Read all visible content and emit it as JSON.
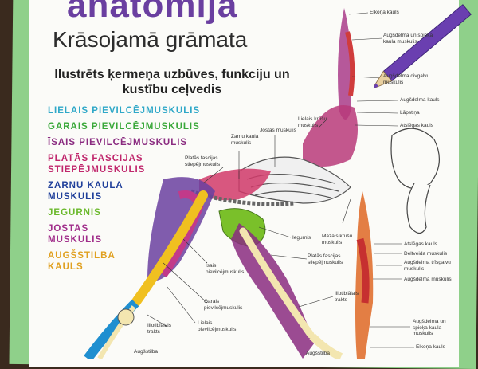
{
  "book": {
    "title": "anatomija",
    "subtitle": "Krāsojamā grāmata",
    "tagline": "Ilustrēts ķermeņa uzbūves, funkciju un kustību ceļvedis"
  },
  "legend": [
    {
      "text": "LIELAIS PIEVILCĒJMUSKULIS",
      "color": "#2fa8c8"
    },
    {
      "text": "GARAIS PIEVILCĒJMUSKULIS",
      "color": "#3aa83a"
    },
    {
      "text": "ĪSAIS PIEVILCĒJMUSKULIS",
      "color": "#8a2b80"
    },
    {
      "text": "PLATĀS FASCIJAS STIEPĒJMUSKULIS",
      "color": "#c0266c"
    },
    {
      "text": "ZARNU KAULA MUSKULIS",
      "color": "#1f3f9a"
    },
    {
      "text": "JEGURNIS",
      "color": "#6ab82a"
    },
    {
      "text": "JOSTAS MUSKULIS",
      "color": "#a02d8a"
    },
    {
      "text": "AUGŠSTILBA KAULS",
      "color": "#e0a020"
    }
  ],
  "labels": [
    "Elkoņa kauls",
    "Augšdelma un spieķa kaula muskulis",
    "Augšdelma divgalvu muskulis",
    "Augšdelma kauls",
    "Lāpstiņa",
    "Atslēgas kauls",
    "Lielais krūšu muskulis",
    "Jostas muskulis",
    "Zarnu kaula muskulis",
    "Platās fascijas stiepējmuskulis",
    "Iegurnis",
    "Mazais krūšu muskulis",
    "Atslēgas kauls",
    "Deltveida muskulis",
    "Augšdelma trīsgalvu muskulis",
    "Augšdelma muskulis",
    "Platās fascijas stiepējmuskulis",
    "Īsais pievilcējmuskulis",
    "Garais pievilcējmuskulis",
    "Iliotibiālais trakts",
    "Iliotibiālais trakts",
    "Lielais pievilcējmuskulis",
    "Augšdelma un spieķa kaula muskulis",
    "Elkoņa kauls",
    "Augšstilba",
    "Augšstilba"
  ]
}
